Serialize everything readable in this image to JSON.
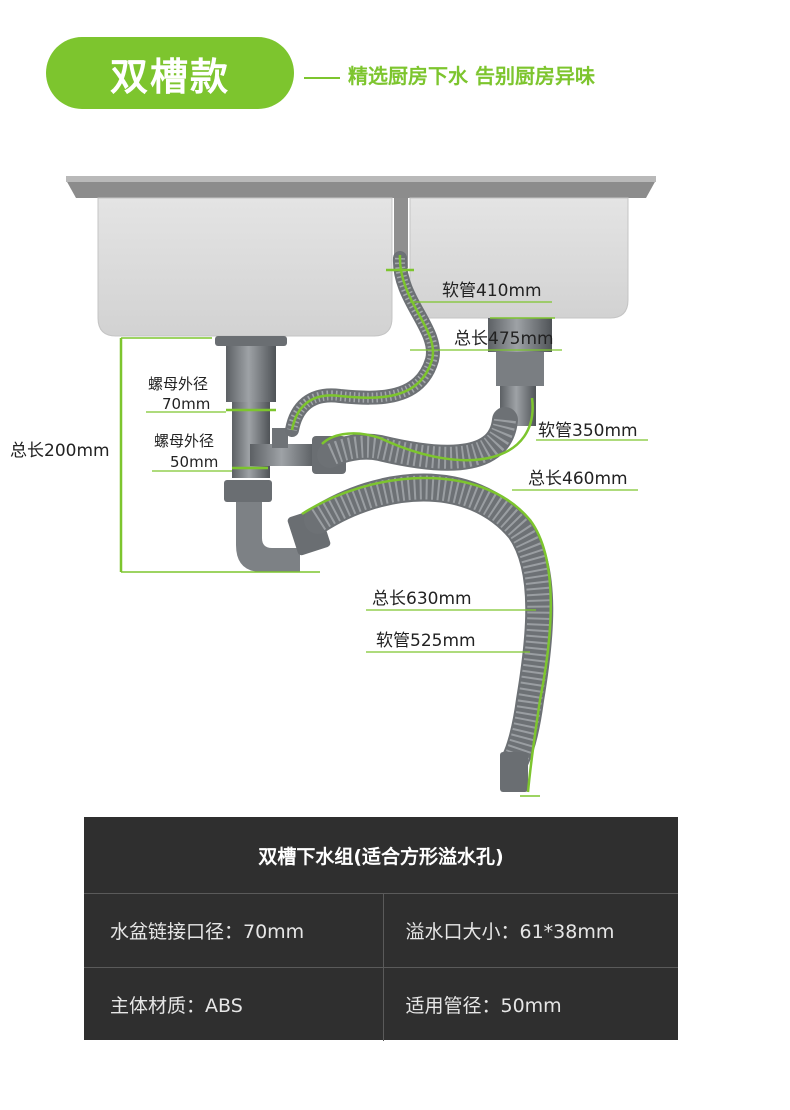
{
  "header": {
    "badge": "双槽款",
    "tagline": "精选厨房下水 告别厨房异味"
  },
  "labels": {
    "hose_410": "软管410mm",
    "total_475": "总长475mm",
    "nut_70_a": "螺母外径",
    "nut_70_b": "70mm",
    "nut_50_a": "螺母外径",
    "nut_50_b": "50mm",
    "total_200": "总长200mm",
    "hose_350": "软管350mm",
    "total_460": "总长460mm",
    "total_630": "总长630mm",
    "hose_525": "软管525mm"
  },
  "spec": {
    "title": "双槽下水组(适合方形溢水孔)",
    "rows": [
      [
        "水盆链接口径：70mm",
        "溢水口大小：61*38mm"
      ],
      [
        "主体材质：ABS",
        "适用管径：50mm"
      ]
    ]
  },
  "colors": {
    "accent": "#7dc52e",
    "table_bg": "#2f2f2f"
  }
}
